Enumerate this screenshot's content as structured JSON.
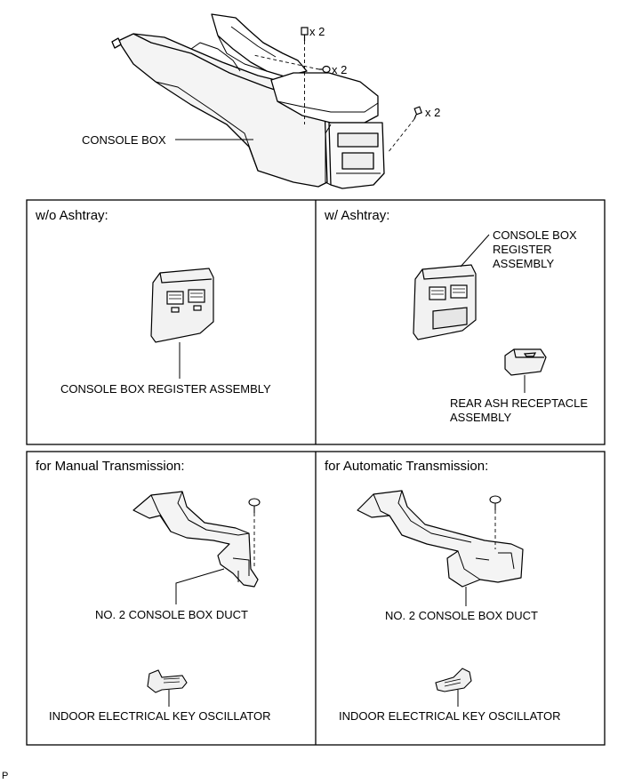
{
  "top": {
    "console_box": "CONSOLE BOX",
    "qty_a": "x 2",
    "qty_b": "x 2",
    "qty_c": "x 2"
  },
  "panels": {
    "wo_ashtray": {
      "title": "w/o Ashtray:",
      "label": "CONSOLE BOX REGISTER ASSEMBLY"
    },
    "w_ashtray": {
      "title": "w/ Ashtray:",
      "register_label": "CONSOLE BOX\nREGISTER\nASSEMBLY",
      "receptacle_label": "REAR ASH RECEPTACLE\nASSEMBLY"
    },
    "manual": {
      "title": "for Manual Transmission:",
      "duct_label": "NO. 2 CONSOLE BOX DUCT",
      "oscillator_label": "INDOOR ELECTRICAL KEY OSCILLATOR"
    },
    "automatic": {
      "title": "for Automatic Transmission:",
      "duct_label": "NO. 2 CONSOLE BOX DUCT",
      "oscillator_label": "INDOOR ELECTRICAL KEY OSCILLATOR"
    }
  },
  "footer": {
    "code": "P"
  }
}
